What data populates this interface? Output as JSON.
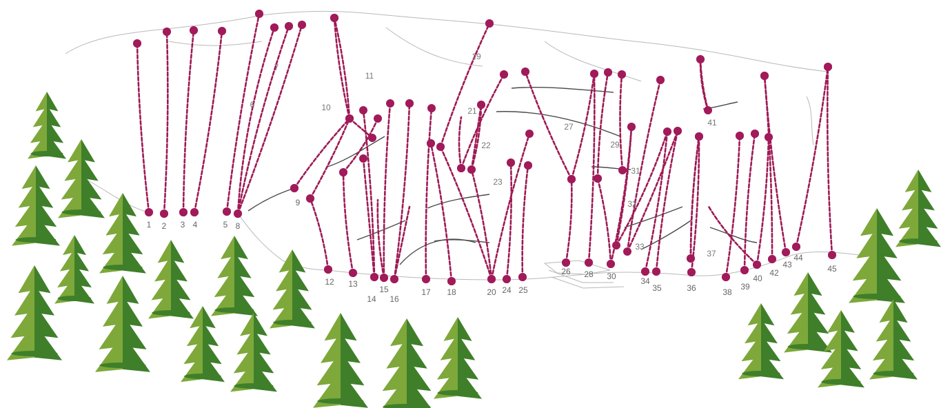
{
  "colors": {
    "route": "#9e1a55",
    "bolt": "#a11a5a",
    "rock_outline": "#b8b8b8",
    "crack": "#4a4a4a",
    "tree_light": "#7ea83a",
    "tree_dark": "#3f7f2a",
    "label": "#666666"
  },
  "routes": [
    {
      "number": "1"
    },
    {
      "number": "2"
    },
    {
      "number": "3"
    },
    {
      "number": "4"
    },
    {
      "number": "5"
    },
    {
      "number": "6"
    },
    {
      "number": "7"
    },
    {
      "number": "8"
    },
    {
      "number": "9"
    },
    {
      "number": "10"
    },
    {
      "number": "11"
    },
    {
      "number": "12"
    },
    {
      "number": "13"
    },
    {
      "number": "14"
    },
    {
      "number": "15"
    },
    {
      "number": "16"
    },
    {
      "number": "17"
    },
    {
      "number": "18"
    },
    {
      "number": "19"
    },
    {
      "number": "20"
    },
    {
      "number": "21"
    },
    {
      "number": "22"
    },
    {
      "number": "23"
    },
    {
      "number": "24"
    },
    {
      "number": "25"
    },
    {
      "number": "26"
    },
    {
      "number": "27"
    },
    {
      "number": "28"
    },
    {
      "number": "29"
    },
    {
      "number": "30"
    },
    {
      "number": "31"
    },
    {
      "number": "32"
    },
    {
      "number": "33"
    },
    {
      "number": "34"
    },
    {
      "number": "35"
    },
    {
      "number": "36"
    },
    {
      "number": "37"
    },
    {
      "number": "38"
    },
    {
      "number": "39"
    },
    {
      "number": "40"
    },
    {
      "number": "41"
    },
    {
      "number": "42"
    },
    {
      "number": "43"
    },
    {
      "number": "44"
    },
    {
      "number": "45"
    }
  ]
}
